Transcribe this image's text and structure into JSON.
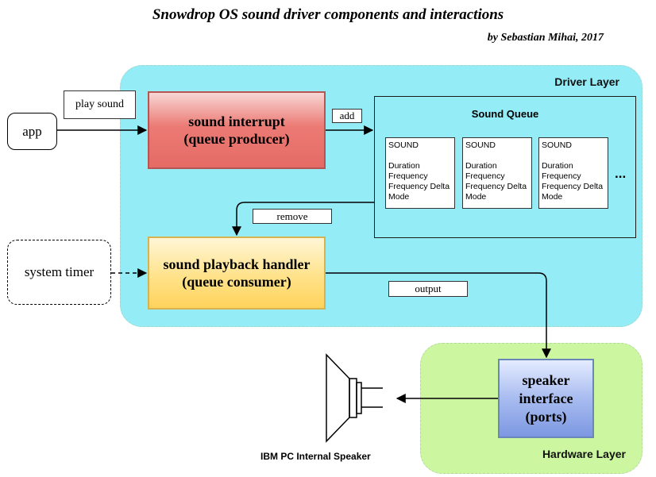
{
  "title": "Snowdrop OS sound driver components and interactions",
  "author": "by Sebastian Mihai, 2017",
  "layers": {
    "driver": "Driver Layer",
    "hardware": "Hardware Layer"
  },
  "nodes": {
    "app": "app",
    "system_timer": "system timer",
    "sound_interrupt": [
      "sound interrupt",
      "(queue producer)"
    ],
    "playback_handler": [
      "sound playback handler",
      "(queue consumer)"
    ],
    "speaker_interface": [
      "speaker",
      "interface",
      "(ports)"
    ]
  },
  "queue": {
    "title": "Sound Queue",
    "items": [
      {
        "header": "SOUND",
        "fields": [
          "Duration",
          "Frequency",
          "Frequency Delta",
          "Mode"
        ]
      },
      {
        "header": "SOUND",
        "fields": [
          "Duration",
          "Frequency",
          "Frequency Delta",
          "Mode"
        ]
      },
      {
        "header": "SOUND",
        "fields": [
          "Duration",
          "Frequency",
          "Frequency Delta",
          "Mode"
        ]
      }
    ],
    "more": "..."
  },
  "edge_labels": {
    "play_sound": "play sound",
    "add": "add",
    "remove": "remove",
    "output": "output"
  },
  "speaker_caption": "IBM PC Internal Speaker"
}
